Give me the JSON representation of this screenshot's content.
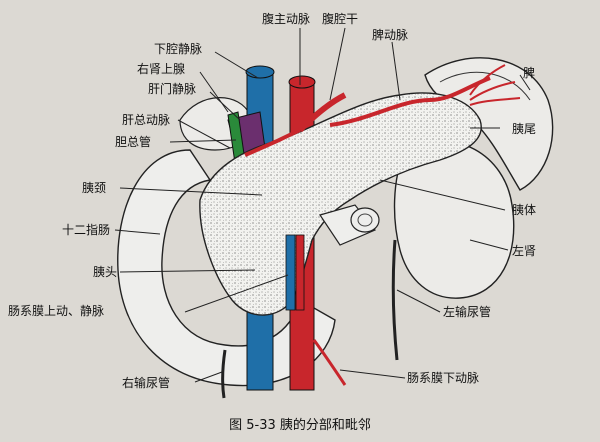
{
  "labels": {
    "celiac_aorta": "腹主动脉",
    "celiac_trunk": "腹腔干",
    "splenic_artery": "脾动脉",
    "ivc": "下腔静脉",
    "right_adrenal": "右肾上腺",
    "portal_vein": "肝门静脉",
    "spleen": "脾",
    "common_hepatic_artery": "肝总动脉",
    "bile_duct": "胆总管",
    "pancreatic_tail": "胰尾",
    "pancreatic_neck": "胰颈",
    "pancreatic_body": "胰体",
    "duodenum": "十二指肠",
    "left_kidney": "左肾",
    "pancreatic_head": "胰头",
    "sup_mesenteric": "肠系膜上动、静脉",
    "left_ureter": "左输尿管",
    "right_ureter": "右输尿管",
    "inf_mesenteric": "肠系膜下动脉"
  },
  "caption": "图 5-33    胰的分部和毗邻",
  "colors": {
    "artery": "#c8262c",
    "vein": "#1f6fa8",
    "portal": "#6b2f6e",
    "bile": "#2a8a3a",
    "paper": "#dcd9d3",
    "organ": "#eeeeec"
  }
}
